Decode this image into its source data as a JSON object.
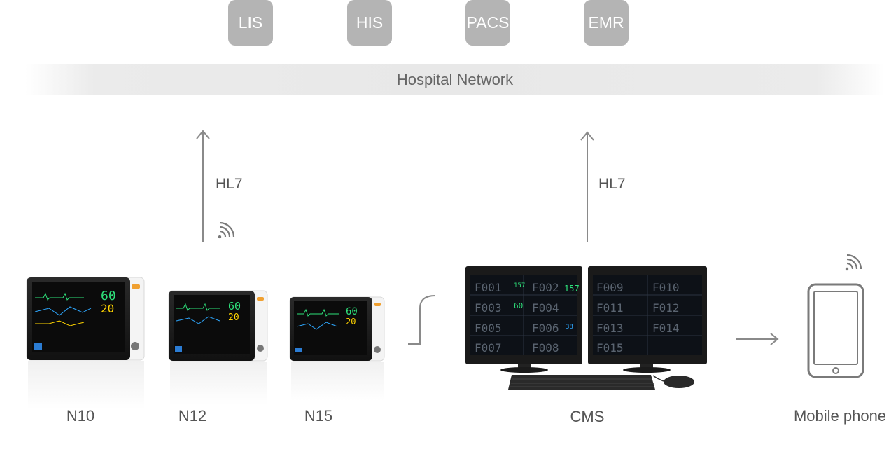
{
  "systems": [
    "LIS",
    "HIS",
    "PACS",
    "EMR"
  ],
  "network": {
    "label": "Hospital Network"
  },
  "links": [
    {
      "label": "HL7"
    },
    {
      "label": "HL7"
    }
  ],
  "devices": {
    "monitors": [
      "N10",
      "N12",
      "N15"
    ],
    "cms": "CMS",
    "mobile": "Mobile phone"
  },
  "icons": {
    "uplink": "arrow-up-icon",
    "wireless": "wifi-icon",
    "forward": "arrow-right-icon",
    "tablet": "tablet-icon"
  },
  "colors": {
    "system_box": "#b4b4b4",
    "network_bar": "#e8e8e8",
    "arrow": "#8a8a8a",
    "text": "#555555"
  }
}
